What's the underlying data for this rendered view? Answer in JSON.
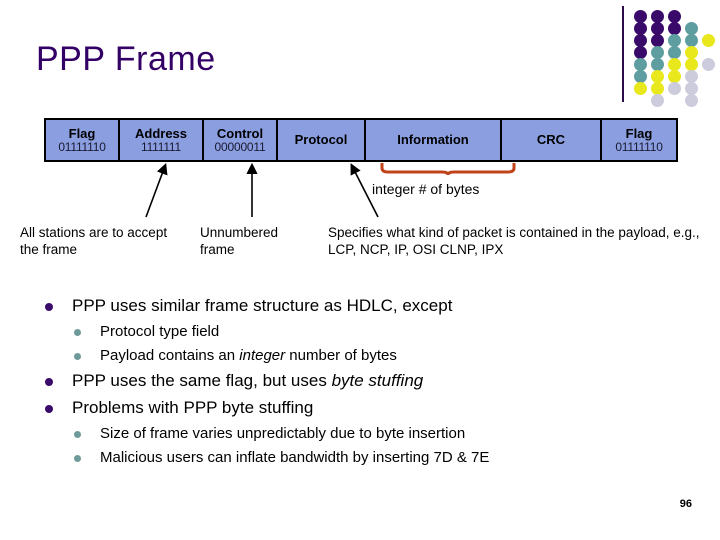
{
  "slide": {
    "title": "PPP Frame",
    "page_number": "96"
  },
  "logo": {
    "name": "decorative-dot-grid",
    "colors": {
      "purple": "#3a0a6b",
      "teal": "#5f9ea0",
      "yellow": "#e8e81c",
      "lavender": "#ccccdd"
    },
    "rows": [
      [
        "purple",
        "purple",
        "purple",
        "",
        ""
      ],
      [
        "purple",
        "purple",
        "purple",
        "teal",
        ""
      ],
      [
        "purple",
        "purple",
        "teal",
        "teal",
        "yellow"
      ],
      [
        "purple",
        "teal",
        "teal",
        "yellow",
        ""
      ],
      [
        "teal",
        "teal",
        "yellow",
        "yellow",
        "lavender"
      ],
      [
        "teal",
        "yellow",
        "yellow",
        "lavender",
        ""
      ],
      [
        "yellow",
        "yellow",
        "lavender",
        "lavender",
        ""
      ],
      [
        "",
        "lavender",
        "",
        "lavender",
        ""
      ]
    ]
  },
  "frame": {
    "fill_color": "#8a9ee0",
    "fields": [
      {
        "name": "Flag",
        "bits": "01111110",
        "width": 74
      },
      {
        "name": "Address",
        "bits": "1111111",
        "width": 84
      },
      {
        "name": "Control",
        "bits": "00000011",
        "width": 74
      },
      {
        "name": "Protocol",
        "bits": "",
        "width": 88
      },
      {
        "name": "Information",
        "bits": "",
        "width": 136
      },
      {
        "name": "CRC",
        "bits": "",
        "width": 100
      },
      {
        "name": "Flag",
        "bits": "01111110",
        "width": 74
      }
    ]
  },
  "annotations": {
    "brace_label": "integer # of bytes",
    "brace_color": "#c0441b",
    "address_note": "All stations are to accept the frame",
    "control_note": "Unnumbered frame",
    "protocol_note": "Specifies what kind of packet is contained in the payload, e.g.,  LCP, NCP, IP, OSI CLNP, IPX"
  },
  "bullets": {
    "items": [
      {
        "level": 1,
        "text": "PPP uses similar frame structure as HDLC, except"
      },
      {
        "level": 2,
        "text": "Protocol type field"
      },
      {
        "level": 2,
        "text": "Payload contains an ",
        "italic": "integer",
        "text_after": " number of bytes"
      },
      {
        "level": 1,
        "text": "PPP uses the same flag, but uses ",
        "italic": "byte stuffing",
        "text_after": ""
      },
      {
        "level": 1,
        "text": "Problems with PPP byte stuffing"
      },
      {
        "level": 2,
        "text": "Size of frame varies unpredictably due to byte insertion"
      },
      {
        "level": 2,
        "text": "Malicious users can inflate bandwidth by inserting 7D & 7E"
      }
    ]
  }
}
